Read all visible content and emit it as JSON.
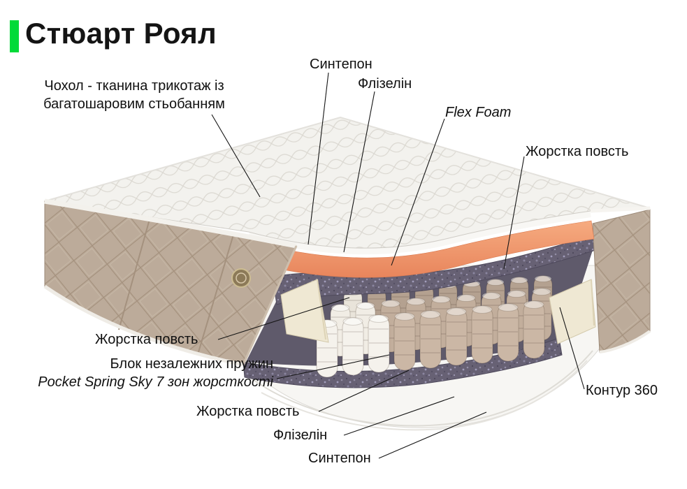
{
  "title": "Стюарт Роял",
  "callouts": {
    "cover": "Чохол - тканина трикотаж із багатошаровим стьобанням",
    "sintepon_top": "Синтепон",
    "flizelin_top": "Флізелін",
    "flex_foam": "Flex Foam",
    "felt_right": "Жорстка повсть",
    "felt_left": "Жорстка повсть",
    "springs_line1": "Блок незалежних пружин",
    "springs_line2": "Pocket Spring Sky 7 зон жорсткості",
    "felt_bottom": "Жорстка повсть",
    "flizelin_bottom": "Флізелін",
    "sintepon_bottom": "Синтепон",
    "contour": "Контур 360"
  },
  "colors": {
    "accent_green": "#00da38",
    "foam_orange": "#ef9a6e",
    "felt_purple": "#676174",
    "fabric_beige": "#bcab9a",
    "wedge_cream": "#efe8d3"
  }
}
